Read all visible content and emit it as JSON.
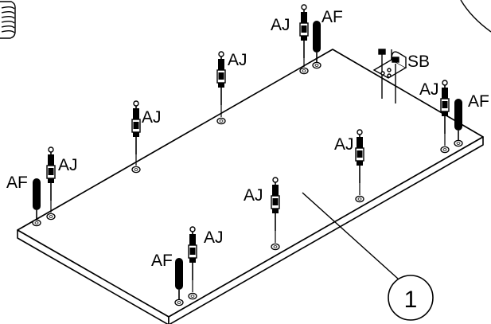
{
  "diagram": {
    "part_callout": "1",
    "hardware": [
      {
        "id": "aj-top-left-1",
        "type": "AJ"
      },
      {
        "id": "aj-top-left-2",
        "type": "AJ"
      },
      {
        "id": "aj-top-left-3",
        "type": "AJ"
      },
      {
        "id": "aj-top-center",
        "type": "AJ"
      },
      {
        "id": "af-top-center",
        "type": "AF"
      },
      {
        "id": "sb-top-right",
        "type": "SB"
      },
      {
        "id": "aj-right-1",
        "type": "AJ"
      },
      {
        "id": "af-right-1",
        "type": "AF"
      },
      {
        "id": "aj-middle-right",
        "type": "AJ"
      },
      {
        "id": "aj-middle-center",
        "type": "AJ"
      },
      {
        "id": "aj-front-left",
        "type": "AJ"
      },
      {
        "id": "af-front-left",
        "type": "AF"
      },
      {
        "id": "aj-front-bottom",
        "type": "AJ"
      },
      {
        "id": "af-front-bottom",
        "type": "AF"
      }
    ]
  }
}
